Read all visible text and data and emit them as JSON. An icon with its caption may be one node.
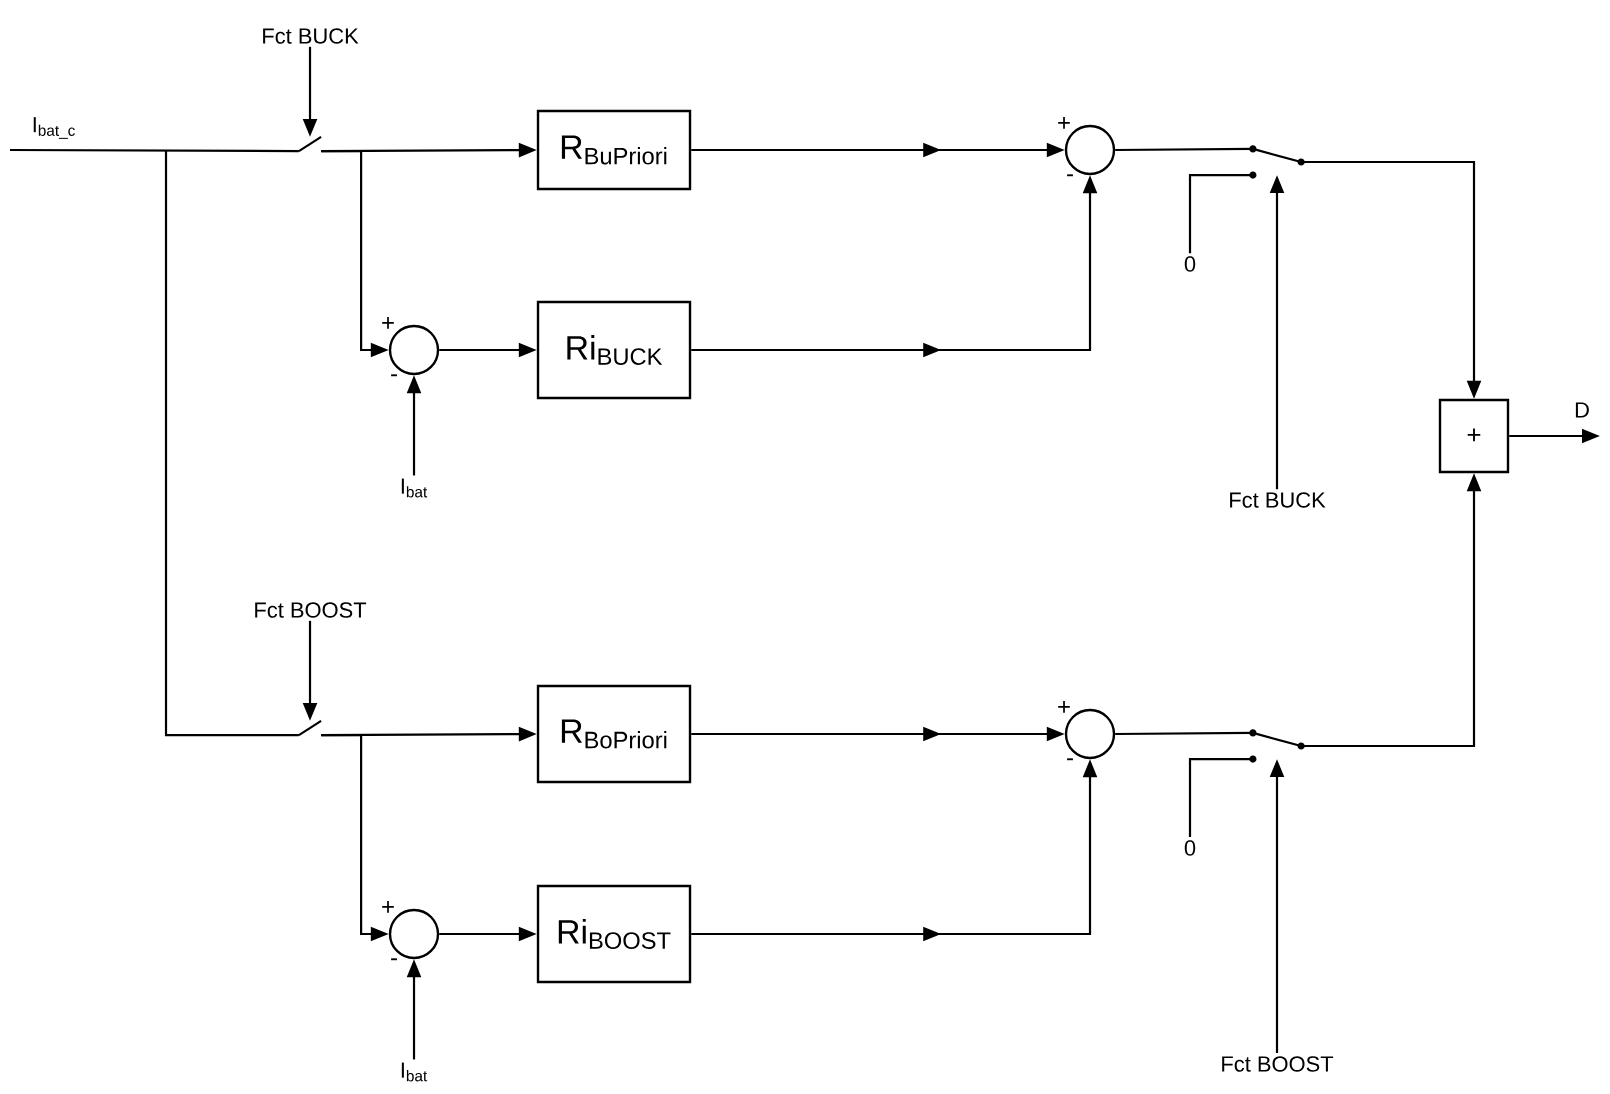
{
  "diagram": {
    "nodes": [
      {
        "text": [
          "Fct BUCK"
        ]
      },
      {
        "text": [],
        "shape": "switch"
      },
      {
        "text": [
          "R$_{BuPriori}$"
        ]
      },
      {
        "text": [],
        "shape": "circle",
        "beside": [
          "+",
          "-"
        ]
      },
      {
        "text": [
          "I$_{bat}$"
        ]
      },
      {
        "text": [
          "Ri$_{BUCK}$"
        ]
      },
      {
        "text": [],
        "shape": "circle",
        "beside": [
          "+",
          "-"
        ]
      },
      {
        "text": [
          "0"
        ]
      },
      {
        "text": [],
        "shape": "switch"
      },
      {
        "text": [
          "Fct BUCK"
        ]
      },
      {
        "text": [
          "+"
        ]
      },
      {
        "text": [
          "Fct BOOST"
        ]
      },
      {
        "text": [],
        "shape": "switch"
      },
      {
        "text": [
          "R$_{BoPriori}$"
        ]
      },
      {
        "text": [],
        "shape": "circle",
        "beside": [
          "+",
          "-"
        ]
      },
      {
        "text": [
          "I$_{bat}$"
        ]
      },
      {
        "text": [
          "Ri$_{BOOST}$"
        ]
      },
      {
        "text": [],
        "shape": "circle",
        "beside": [
          "+",
          "-"
        ]
      },
      {
        "text": [
          "0"
        ]
      },
      {
        "text": [],
        "shape": "switch"
      },
      {
        "text": [
          "Fct BOOST"
        ]
      }
    ],
    "edges": [
      {
        "from": null,
        "to": 1,
        "arrow": "none",
        "label": "I$_{bat_c}$"
      },
      {
        "from": 0,
        "to": 1,
        "arrow": "to"
      },
      {
        "from": 1,
        "to": 2,
        "arrow": "to"
      },
      {
        "from": 1,
        "to": 3,
        "arrow": "to"
      },
      {
        "from": 4,
        "to": 3,
        "arrow": "to"
      },
      {
        "from": 3,
        "to": 5,
        "arrow": "to"
      },
      {
        "from": 2,
        "to": 6,
        "arrow": "to"
      },
      {
        "from": 5,
        "to": 6,
        "arrow": "to"
      },
      {
        "from": 6,
        "to": 8,
        "arrow": "none"
      },
      {
        "from": 7,
        "to": 8,
        "arrow": "none"
      },
      {
        "from": 9,
        "to": 8,
        "arrow": "to"
      },
      {
        "from": 8,
        "to": 10,
        "arrow": "to"
      },
      {
        "from": 10,
        "to": null,
        "arrow": "to",
        "label": "D"
      },
      {
        "from": null,
        "to": 12,
        "arrow": "none"
      },
      {
        "from": 11,
        "to": 12,
        "arrow": "to"
      },
      {
        "from": 12,
        "to": 13,
        "arrow": "to"
      },
      {
        "from": 12,
        "to": 14,
        "arrow": "to"
      },
      {
        "from": 15,
        "to": 14,
        "arrow": "to"
      },
      {
        "from": 14,
        "to": 16,
        "arrow": "to"
      },
      {
        "from": 13,
        "to": 17,
        "arrow": "to"
      },
      {
        "from": 16,
        "to": 17,
        "arrow": "to"
      },
      {
        "from": 17,
        "to": 19,
        "arrow": "none"
      },
      {
        "from": 18,
        "to": 19,
        "arrow": "none"
      },
      {
        "from": 20,
        "to": 19,
        "arrow": "to"
      },
      {
        "from": 19,
        "to": 10,
        "arrow": "to"
      }
    ]
  }
}
